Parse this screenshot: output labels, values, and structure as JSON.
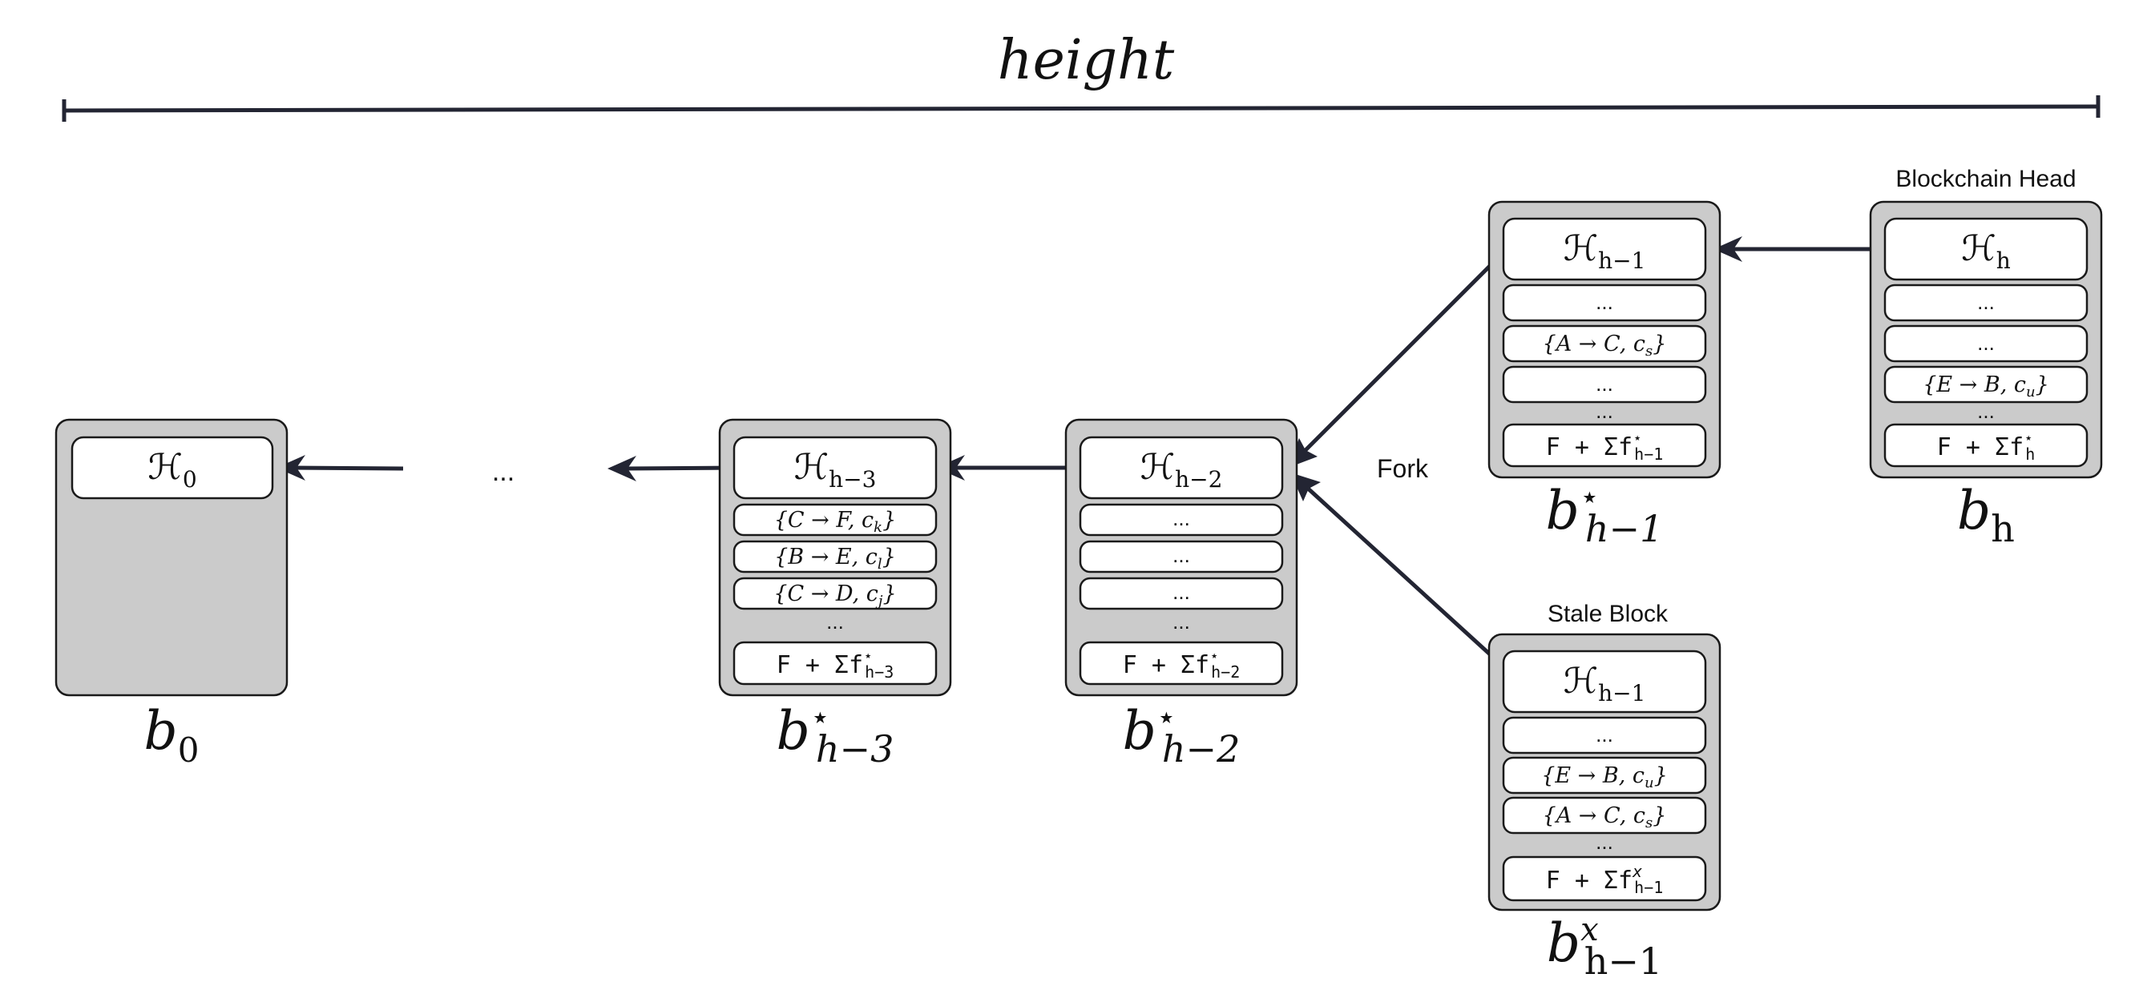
{
  "height_axis": {
    "label": "height"
  },
  "labels": {
    "fork": "Fork",
    "blockchain_head": "Blockchain Head",
    "stale_block": "Stale Block",
    "ellipsis": "..."
  },
  "blocks": {
    "b0": {
      "header": {
        "base": "ℋ",
        "sub": "0"
      },
      "label": {
        "base": "b",
        "sub": "0",
        "sup": ""
      }
    },
    "bh3": {
      "header": {
        "base": "ℋ",
        "sub": "h−3"
      },
      "tx": [
        {
          "text": "{C → F, c",
          "sub": "k",
          "tail": "}"
        },
        {
          "text": "{B → E, c",
          "sub": "l",
          "tail": "}"
        },
        {
          "text": "{C → D, c",
          "sub": "j",
          "tail": "}"
        }
      ],
      "dots": "...",
      "fee": {
        "text": "F + Σf",
        "sup": "⋆",
        "sub": "h−3"
      },
      "label": {
        "base": "b",
        "sub": "h−3",
        "sup": "⋆"
      }
    },
    "bh2": {
      "header": {
        "base": "ℋ",
        "sub": "h−2"
      },
      "tx": [
        {
          "text": "...",
          "sub": "",
          "tail": ""
        },
        {
          "text": "...",
          "sub": "",
          "tail": ""
        },
        {
          "text": "...",
          "sub": "",
          "tail": ""
        }
      ],
      "dots": "...",
      "fee": {
        "text": "F + Σf",
        "sup": "⋆",
        "sub": "h−2"
      },
      "label": {
        "base": "b",
        "sub": "h−2",
        "sup": "⋆"
      }
    },
    "bh1": {
      "header": {
        "base": "ℋ",
        "sub": "h−1"
      },
      "tx": [
        {
          "text": "...",
          "sub": "",
          "tail": ""
        },
        {
          "text": "{A → C, c",
          "sub": "s",
          "tail": "}"
        },
        {
          "text": "...",
          "sub": "",
          "tail": ""
        }
      ],
      "dots": "...",
      "fee": {
        "text": "F + Σf",
        "sup": "⋆",
        "sub": "h−1"
      },
      "label": {
        "base": "b",
        "sub": "h−1",
        "sup": "⋆"
      }
    },
    "bh": {
      "header": {
        "base": "ℋ",
        "sub": "h"
      },
      "tx": [
        {
          "text": "...",
          "sub": "",
          "tail": ""
        },
        {
          "text": "...",
          "sub": "",
          "tail": ""
        },
        {
          "text": "{E → B, c",
          "sub": "u",
          "tail": "}"
        }
      ],
      "dots": "...",
      "fee": {
        "text": "F + Σf",
        "sup": "⋆",
        "sub": "h"
      },
      "label": {
        "base": "b",
        "sub": "h",
        "sup": ""
      }
    },
    "stale": {
      "header": {
        "base": "ℋ",
        "sub": "h−1"
      },
      "tx": [
        {
          "text": "...",
          "sub": "",
          "tail": ""
        },
        {
          "text": "{E → B, c",
          "sub": "u",
          "tail": "}"
        },
        {
          "text": "{A → C, c",
          "sub": "s",
          "tail": "}"
        }
      ],
      "dots": "...",
      "fee": {
        "text": "F + Σf",
        "sup": "x",
        "sub": "h−1"
      },
      "label": {
        "base": "b",
        "sub": "h−1",
        "sup": "x"
      }
    }
  }
}
